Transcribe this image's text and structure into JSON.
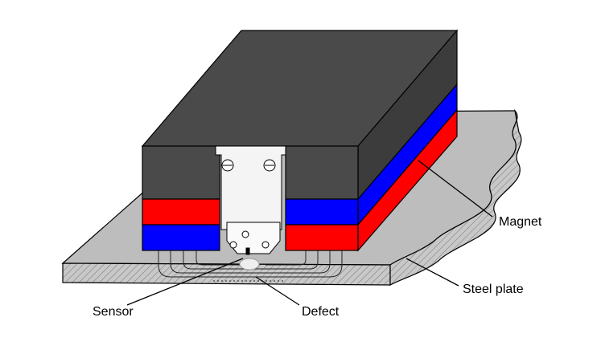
{
  "labels": {
    "magnet": "Magnet",
    "steel_plate": "Steel plate",
    "sensor": "Sensor",
    "defect": "Defect"
  },
  "colors": {
    "magnet_body": "#4a4a4a",
    "north": "#ff0000",
    "south": "#0000ff",
    "plate": "#c0c0c0",
    "sensor_holder": "#ffffff"
  }
}
